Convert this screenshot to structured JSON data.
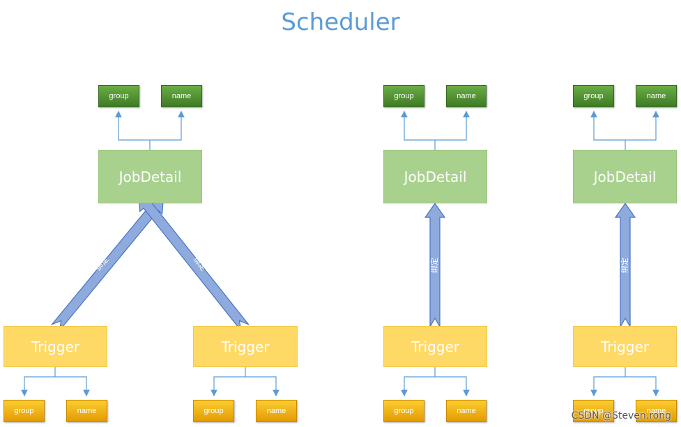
{
  "title": "Scheduler",
  "job_label": "JobDetail",
  "trigger_label": "Trigger",
  "group_label": "group",
  "name_label": "name",
  "bind_label": "绑定",
  "watermark": "CSDN @Steven.rong",
  "colors": {
    "title": "#5b9bd5",
    "job_fill": "#a9d18e",
    "trigger_fill": "#ffd966",
    "tag_green": "#548235",
    "tag_orange": "#f0b000",
    "arrow_fill": "#8faadc",
    "arrow_stroke": "#4472c4",
    "connector": "#5b9bd5"
  }
}
